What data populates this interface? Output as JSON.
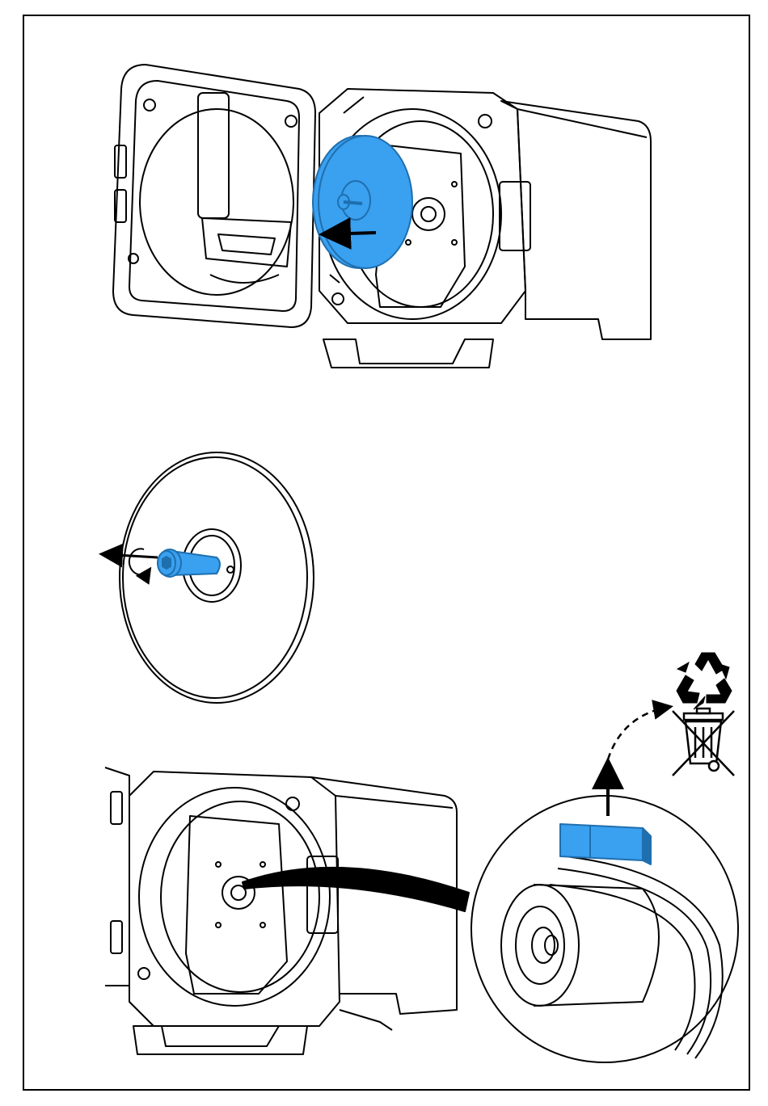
{
  "colors": {
    "accent_part": "#3aa0f0",
    "accent_part_dark": "#1f6fae",
    "line": "#000000",
    "background": "#ffffff"
  },
  "panels": [
    {
      "id": "step-remove-rotor-disc",
      "icon": "arrow-left-icon"
    },
    {
      "id": "step-unscrew-center-bolt",
      "icon": "rotate-counterclockwise-icon"
    },
    {
      "id": "step-remove-clip-and-recycle",
      "icon": "arrow-up-icon"
    }
  ],
  "symbols": [
    "recycle-icon",
    "crossed-out-wheelie-bin-icon"
  ]
}
